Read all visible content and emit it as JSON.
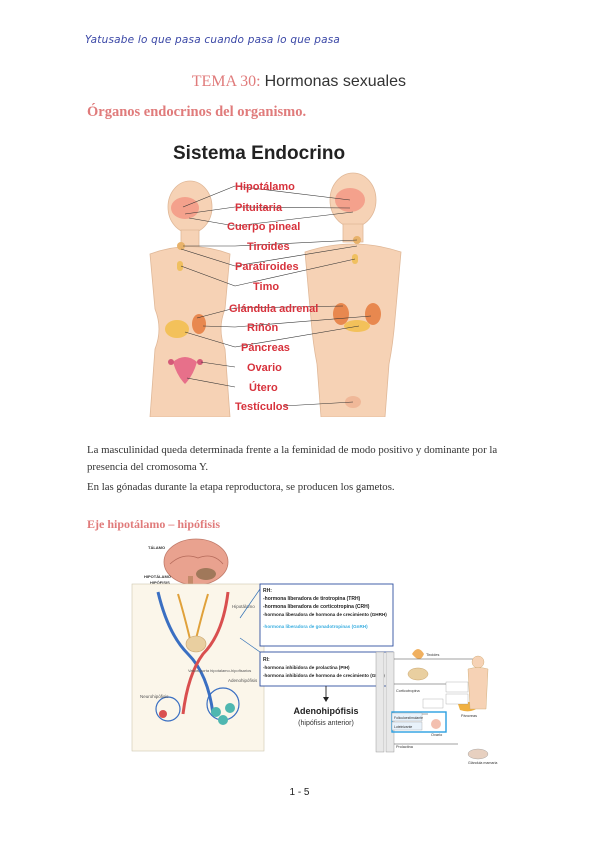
{
  "header": {
    "tagline": "Yatusabe lo que pasa cuando pasa lo que pasa"
  },
  "title": {
    "number": "TEMA 30:",
    "name": "Hormonas sexuales"
  },
  "section1": {
    "heading": "Órganos endocrinos del organismo."
  },
  "figure1": {
    "title": "Sistema Endocrino",
    "labels": [
      "Hipotálamo",
      "Pituitaria",
      "Cuerpo pineal",
      "Tiroides",
      "Paratiroides",
      "Timo",
      "Glándula adrenal",
      "Riñón",
      "Páncreas",
      "Ovario",
      "Útero",
      "Testículos"
    ],
    "colors": {
      "label": "#d7323c",
      "skin": "#f6d2b5",
      "organ": "#e8884f"
    }
  },
  "paragraphs": [
    "La masculinidad queda determinada frente a la feminidad de modo positivo y dominante por la presencia del cromosoma Y.",
    "En las gónadas durante la etapa reproductora, se producen los gametos."
  ],
  "section2": {
    "heading": "Eje hipotálamo – hipófisis"
  },
  "figure2": {
    "brain_labels": [
      "TÁLAMO",
      "HIPOTÁLAMO",
      "HIPÓFISIS"
    ],
    "diagram_labels": [
      "Hipotálamo",
      "Vasos porta hipotalamo-hipofisarios",
      "Adenohipófisis",
      "Neurohipófisis"
    ],
    "rh_box": {
      "title": "RH:",
      "lines": [
        "-hormona liberadora de tirotropina (TRH)",
        "-hormona liberadora de corticotropina (CRH)",
        "-hormona liberadora de hormona de crecimiento (GHRH)"
      ],
      "highlight": "-hormona liberadora de gonadotropinas (GnRH)"
    },
    "ri_box": {
      "title": "RI:",
      "lines": [
        "-hormona inhibidora de prolactina (PIH)",
        "-hormona inhibidora de hormona de crecimiento (GHIH)"
      ]
    },
    "adeno": {
      "title": "Adenohipófisis",
      "subtitle": "(hipófisis anterior)"
    },
    "right_labels": [
      "Tiroides",
      "Corticotropina",
      "Foliculoestimulante",
      "Luteinizante",
      "Prolactina",
      "Ovario",
      "Páncreas",
      "Glándula mamaria"
    ]
  },
  "footer": {
    "page": "1 - 5"
  }
}
